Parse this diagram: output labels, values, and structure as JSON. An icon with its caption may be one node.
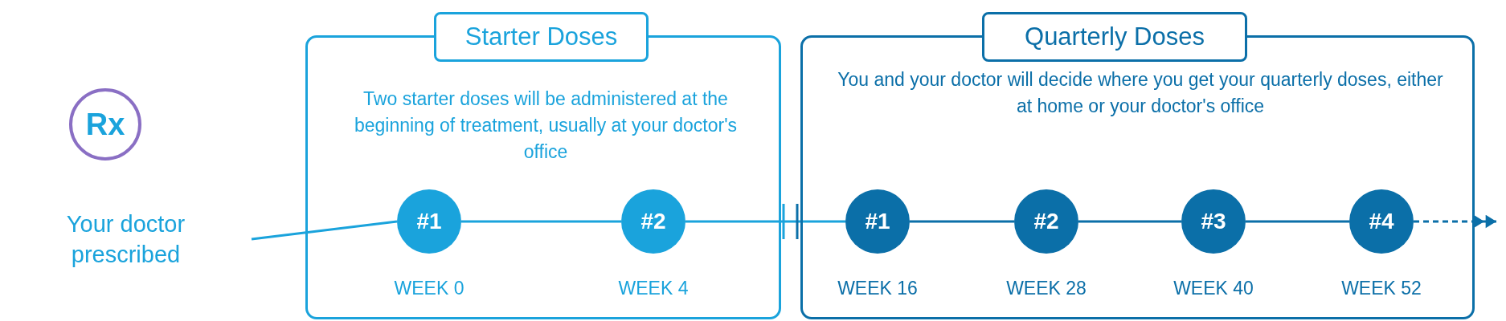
{
  "diagram": {
    "nodes": [
      {
        "text": [
          "Rx"
        ]
      },
      {
        "text": [
          "Your doctor prescribed"
        ]
      },
      {
        "text": [
          "Starter Doses",
          "Two starter doses will be administered at the beginning of treatment, usually at your doctor's office"
        ]
      },
      {
        "text": [
          "#1"
        ],
        "in": 2,
        "beside": [
          "WEEK 0"
        ]
      },
      {
        "text": [
          "#2"
        ],
        "in": 2,
        "beside": [
          "WEEK 4"
        ]
      },
      {
        "text": [
          "Quarterly Doses",
          "You and your doctor will decide where you get your quarterly doses, either at home or your doctor's office"
        ]
      },
      {
        "text": [
          "#1"
        ],
        "in": 5,
        "beside": [
          "WEEK 16"
        ]
      },
      {
        "text": [
          "#2"
        ],
        "in": 5,
        "beside": [
          "WEEK 28"
        ]
      },
      {
        "text": [
          "#3"
        ],
        "in": 5,
        "beside": [
          "WEEK 40"
        ]
      },
      {
        "text": [
          "#4"
        ],
        "in": 5,
        "beside": [
          "WEEK 52"
        ]
      }
    ],
    "edges": [
      {
        "from": 1,
        "to": 3,
        "arrow": "none",
        "color": "#1aa3dc"
      },
      {
        "from": 3,
        "to": 4,
        "arrow": "none",
        "color": "#1aa3dc"
      },
      {
        "from": 4,
        "to": 6,
        "arrow": "none",
        "color": "#1aa3dc"
      },
      {
        "from": 6,
        "to": 7,
        "arrow": "none"
      },
      {
        "from": 7,
        "to": 8,
        "arrow": "none"
      },
      {
        "from": 8,
        "to": 9,
        "arrow": "none"
      },
      {
        "from": 9,
        "to": null,
        "arrow": "to",
        "style": "dashed"
      }
    ]
  }
}
